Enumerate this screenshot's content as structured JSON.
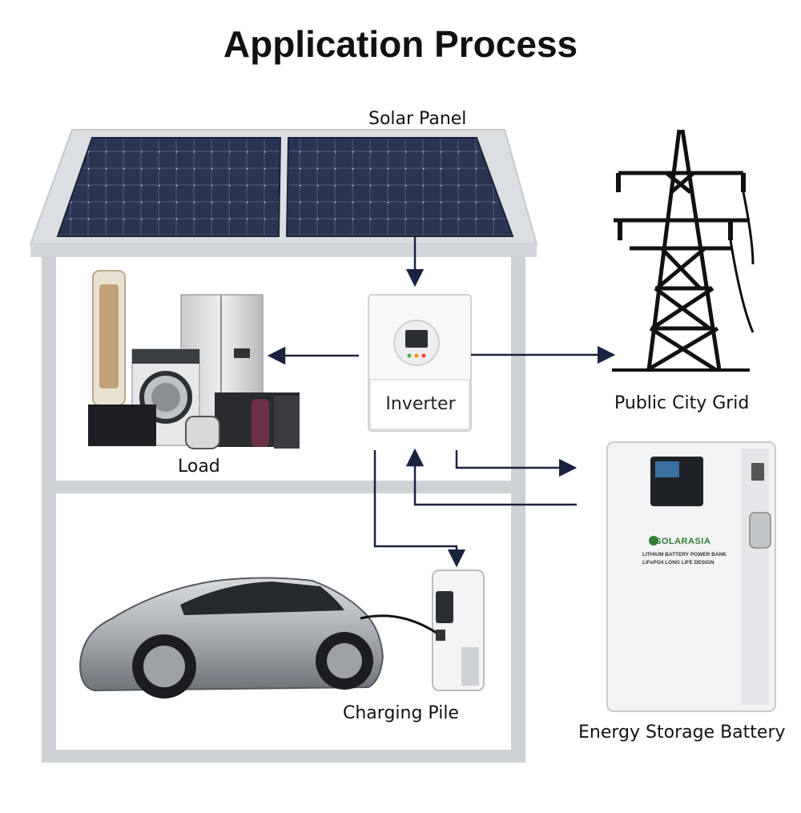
{
  "title": "Application Process",
  "labels": {
    "solar_panel": "Solar Panel",
    "public_city_grid": "Public City Grid",
    "inverter": "Inverter",
    "load": "Load",
    "charging_pile": "Charging Pile",
    "energy_storage_battery": "Energy Storage Battery"
  },
  "battery": {
    "brand": "SOLARASIA",
    "line1": "LITHIUM BATTERY POWER BANK",
    "line2": "LiFePO4 LONG LIFE DESIGN"
  },
  "colors": {
    "arrow": "#1a2240",
    "house_frame": "#c9cccf",
    "panel": "#27324e",
    "accent_green": "#2e7d32"
  }
}
